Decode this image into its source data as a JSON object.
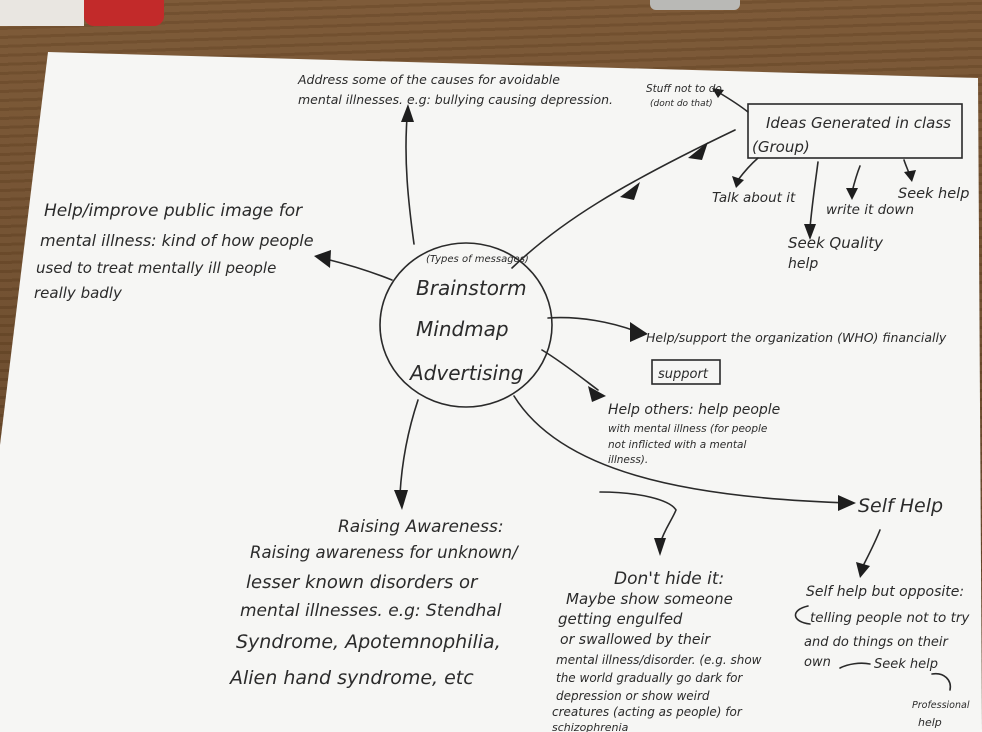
{
  "center": {
    "subtitle": "(Types of messages)",
    "line1": "Brainstorm",
    "line2": "Mindmap",
    "line3": "Advertising"
  },
  "top_node": {
    "line1": "Address some of the causes for avoidable",
    "line2": "mental illnesses. e.g: bullying causing depression."
  },
  "left_node": {
    "line1": "Help/improve public image for",
    "line2": "mental illness: kind of how people",
    "line3": "used to treat mentally ill people",
    "line4": "really badly"
  },
  "ideas_box": {
    "line1": "Ideas Generated in class",
    "line2": "(Group)"
  },
  "dont_do": {
    "line1": "Stuff not to do",
    "line2": "(dont do that)"
  },
  "talk": "Talk about it",
  "write": "write it down",
  "seek_help": "Seek help",
  "seek_quality": {
    "line1": "Seek Quality",
    "line2": "help"
  },
  "support_org": {
    "line1": "Help/support the organization (WHO) financially",
    "box": "support"
  },
  "help_others": {
    "line1": "Help others: help people",
    "line2": "with mental illness (for people",
    "line3": "not inflicted with a mental",
    "line4": "illness)."
  },
  "self_help": "Self Help",
  "self_help_opp": {
    "line1": "Self help but opposite:",
    "line2": "telling people not to try",
    "line3": "and do things on their",
    "line4": "own",
    "line5": "Seek help",
    "line6": "Professional",
    "line7": "help"
  },
  "raising": {
    "title": "Raising Awareness:",
    "line1": "Raising awareness for unknown/",
    "line2": "lesser known disorders or",
    "line3": "mental illnesses. e.g: Stendhal",
    "line4": "Syndrome, Apotemnophilia,",
    "line5": "Alien hand syndrome, etc"
  },
  "dont_hide": {
    "title": "Don't hide it:",
    "line1": "Maybe show someone",
    "line2": "getting engulfed",
    "line3": "or swallowed by their",
    "line4": "mental illness/disorder. (e.g. show",
    "line5": "the world gradually go dark for",
    "line6": "depression or show weird",
    "line7": "creatures (acting as people) for",
    "line8": "schizophrenia"
  }
}
